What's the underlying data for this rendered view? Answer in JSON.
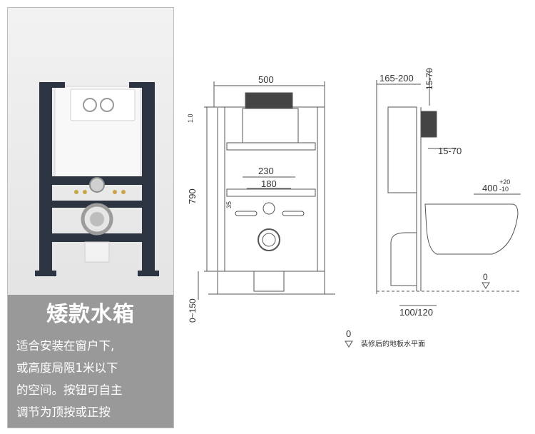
{
  "product": {
    "title": "矮款水箱",
    "description_lines": [
      "适合安装在窗户下,",
      "或高度局限1米以下",
      "的空间。按钮可自主",
      "调节为顶按或正按"
    ]
  },
  "front_view": {
    "width_label": "500",
    "height_label": "790",
    "bottom_label": "0~150",
    "top_small_label": "1.0",
    "mid_label_1": "230",
    "mid_label_2": "180",
    "side_label": "35"
  },
  "side_view": {
    "top_range_label": "165-200",
    "top_vertical_label": "15-70",
    "mid_range_label": "15-70",
    "toilet_height_label": "400",
    "toilet_tol_plus": "+20",
    "toilet_tol_minus": "-10",
    "zero_label": "0",
    "bottom_label": "100/120"
  },
  "legend": {
    "zero_label": "0",
    "text": "装修后的地板水平面"
  },
  "colors": {
    "caption_bg": "#999999",
    "frame_dark": "#2b3440",
    "line": "#555555"
  }
}
